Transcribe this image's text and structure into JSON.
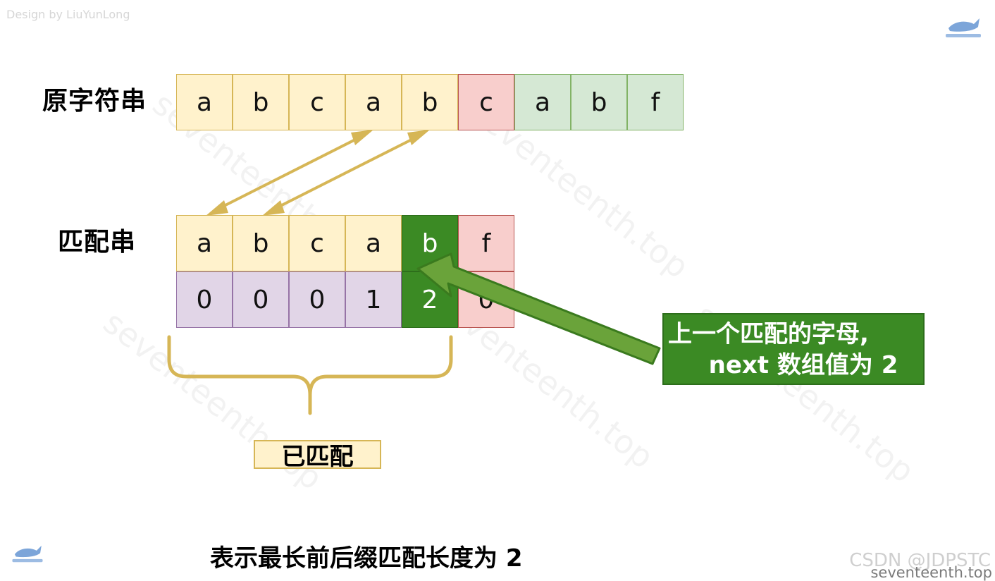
{
  "credit": "Design by LiuYunLong",
  "rows": {
    "source_label": "原字符串",
    "pattern_label": "匹配串"
  },
  "source_chars": [
    "a",
    "b",
    "c",
    "a",
    "b",
    "c",
    "a",
    "b",
    "f"
  ],
  "pattern_chars": [
    "a",
    "b",
    "c",
    "a",
    "b",
    "f"
  ],
  "next_values": [
    "0",
    "0",
    "0",
    "1",
    "2",
    "0"
  ],
  "matched_label": "已匹配",
  "callout": {
    "line1": "上一个匹配的字母,",
    "line2": "next 数组值为 2"
  },
  "caption": "表示最长前后缀匹配长度为 2",
  "watermark": "seventeenth.top",
  "csdn_mark": "CSDN @JDPSTC",
  "site_mark": "seventeenth.top",
  "colors": {
    "yellow_fill": "#fff2cc",
    "red_fill": "#f8cecc",
    "green_fill": "#d5e8d4",
    "purple_fill": "#e1d5e7",
    "dark_green": "#3b8a24",
    "arrow_gold": "#d6b656",
    "callout_arrow": "#6aa33a"
  }
}
